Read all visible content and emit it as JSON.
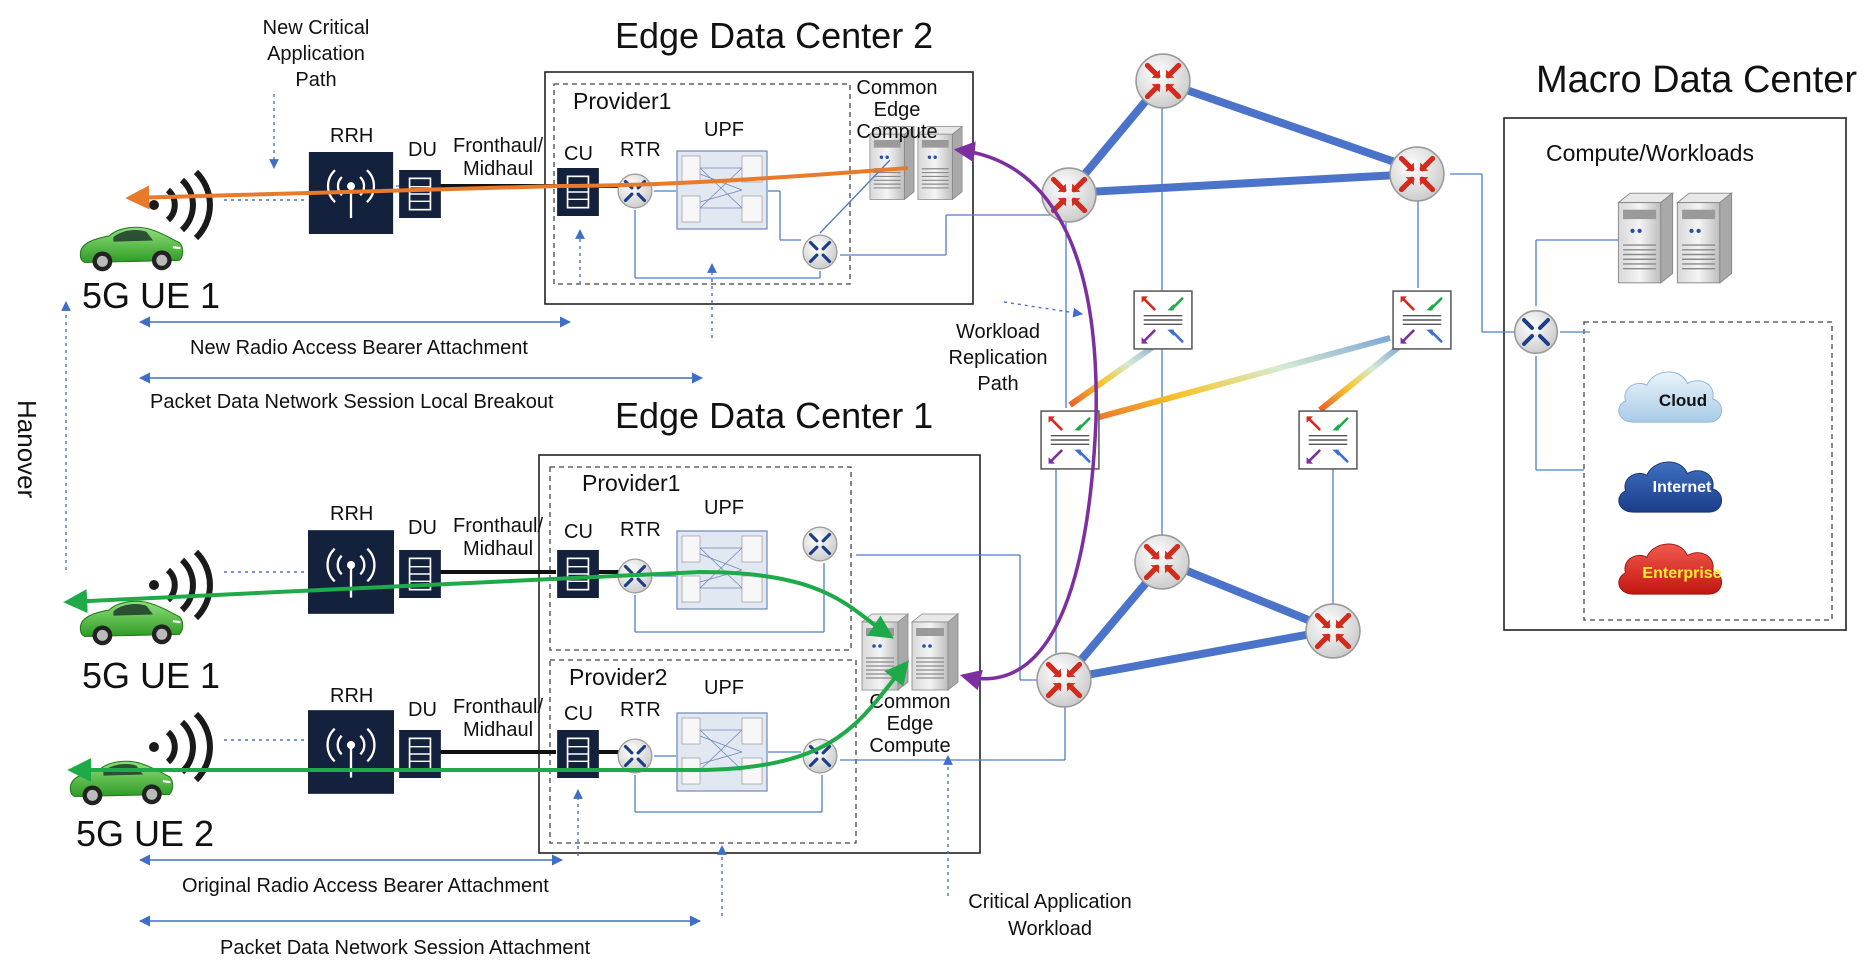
{
  "titles": {
    "edge_dc_2": "Edge Data Center 2",
    "edge_dc_1": "Edge Data Center 1",
    "macro_dc": "Macro Data Center"
  },
  "annotations": {
    "new_critical_path": [
      "New Critical",
      "Application",
      "Path"
    ],
    "workload_replication_path": [
      "Workload",
      "Replication",
      "Path"
    ],
    "critical_app_workload": [
      "Critical Application",
      "Workload"
    ],
    "hanover": "Hanover"
  },
  "ue_labels": {
    "top": "5G UE 1",
    "middle": "5G UE 1",
    "bottom": "5G UE 2"
  },
  "ran_labels": {
    "rrh": "RRH",
    "du": "DU",
    "fronthaul": [
      "Fronthaul/",
      "Midhaul"
    ],
    "cu": "CU",
    "rtr": "RTR",
    "upf": "UPF"
  },
  "providers": {
    "dc2_p1": "Provider1",
    "dc1_p1": "Provider1",
    "dc1_p2": "Provider2"
  },
  "common_edge_compute": [
    "Common",
    "Edge",
    "Compute"
  ],
  "bearer_labels": {
    "new_rab": "New Radio Access Bearer Attachment",
    "pdn_local": "Packet Data Network Session Local Breakout",
    "orig_rab": "Original Radio Access Bearer Attachment",
    "pdn_attach": "Packet Data Network Session Attachment"
  },
  "macro": {
    "compute": "Compute/Workloads",
    "clouds": {
      "cloud": "Cloud",
      "internet": "Internet",
      "enterprise": "Enterprise"
    }
  },
  "colors": {
    "link_blue": "#4a73c9",
    "path_orange": "#e87a2a",
    "path_green": "#1faa4a",
    "path_purple": "#7d2ea0",
    "router_red": "#d22a1d",
    "ran_navy": "#14213d",
    "car_green": "#52c53a"
  },
  "icons": {
    "router": "router-icon",
    "switch": "switch-icon",
    "server": "server-icon",
    "car": "car-icon",
    "antenna": "antenna-icon",
    "cloud": "cloud-icon"
  }
}
